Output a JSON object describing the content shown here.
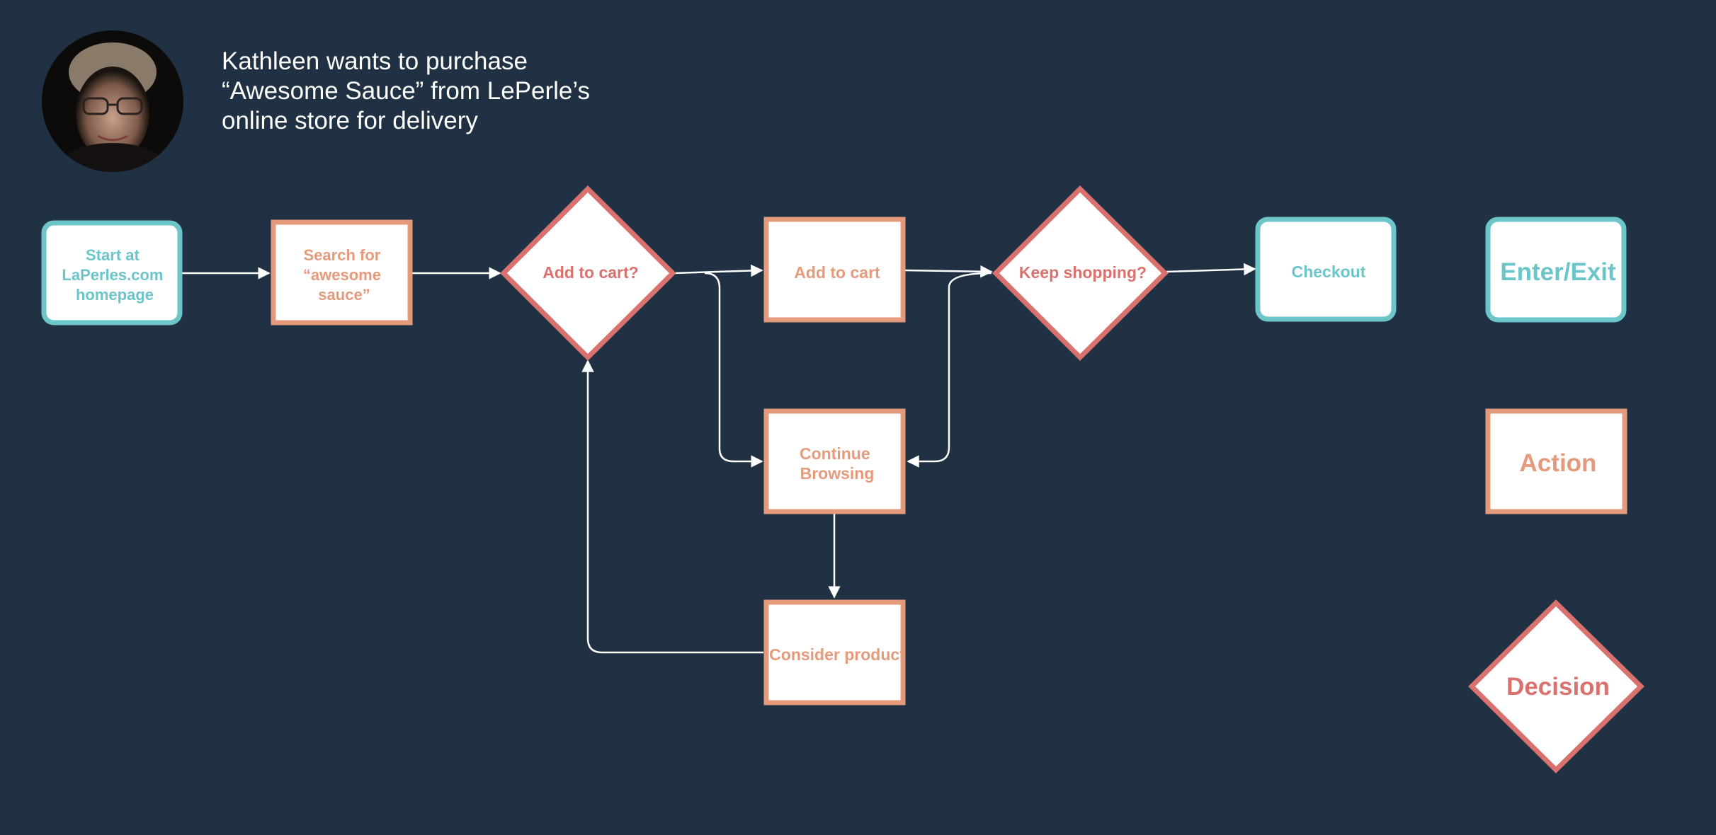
{
  "persona": {
    "description_lines": [
      "Kathleen wants to purchase",
      "“Awesome Sauce” from LePerle’s",
      "online store for delivery"
    ]
  },
  "nodes": {
    "start": [
      "Start at",
      "LaPerles.com",
      "homepage"
    ],
    "search": [
      "Search for",
      "“awesome",
      "sauce”"
    ],
    "add_to_cart_decision": [
      "Add to cart?"
    ],
    "add_to_cart": [
      "Add to cart"
    ],
    "keep_shopping": [
      "Keep shopping?"
    ],
    "checkout": [
      "Checkout"
    ],
    "continue_browsing": [
      "Continue",
      "Browsing"
    ],
    "consider_product": [
      "Consider product"
    ]
  },
  "legend": {
    "enter_exit": "Enter/Exit",
    "action": "Action",
    "decision": "Decision"
  },
  "colors": {
    "background": "#1f3142",
    "enter_exit_border": "#6cc5c8",
    "enter_exit_text": "#6cc5c8",
    "action_border": "#e59a7c",
    "action_text": "#e59a7c",
    "decision_border": "#d9726e",
    "decision_text": "#d9726e",
    "connector": "#ffffff"
  }
}
